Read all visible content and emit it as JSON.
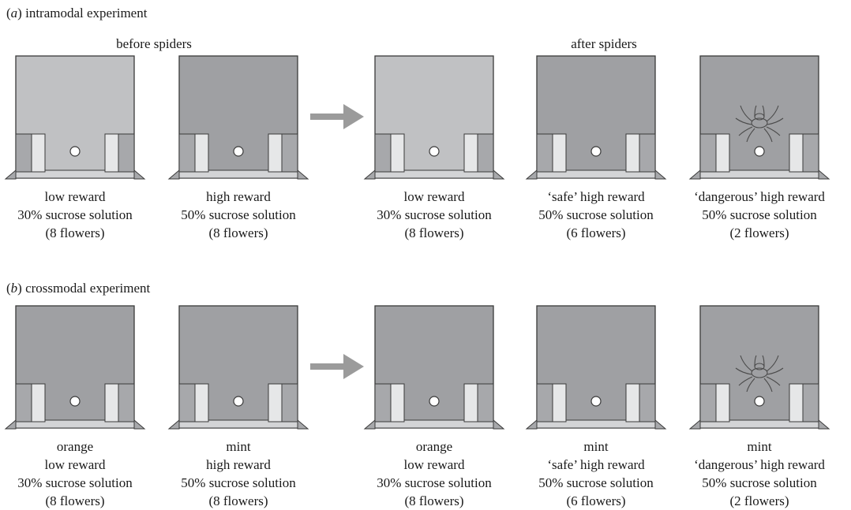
{
  "colors": {
    "light_gray": "#c0c1c3",
    "dark_gray": "#9fa0a3",
    "wall_gray": "#a7a8ab",
    "post_white": "#e6e7e8",
    "floor": "#d3d4d6",
    "outline": "#3a3a3a",
    "arrow": "#9b9b9b"
  },
  "panels": [
    {
      "heading_letter": "a",
      "heading_text": "intramodal experiment",
      "before_label": "before spiders",
      "after_label": "after spiders",
      "flowers": [
        {
          "color": "light",
          "spider": false,
          "scent": "",
          "reward": "low reward",
          "solution": "30% sucrose solution",
          "count": "(8 flowers)"
        },
        {
          "color": "dark",
          "spider": false,
          "scent": "",
          "reward": "high reward",
          "solution": "50% sucrose solution",
          "count": "(8 flowers)"
        },
        {
          "color": "light",
          "spider": false,
          "scent": "",
          "reward": "low reward",
          "solution": "30% sucrose solution",
          "count": "(8 flowers)"
        },
        {
          "color": "dark",
          "spider": false,
          "scent": "",
          "reward": "‘safe’ high reward",
          "solution": "50% sucrose solution",
          "count": "(6 flowers)"
        },
        {
          "color": "dark",
          "spider": true,
          "scent": "",
          "reward": "‘dangerous’ high reward",
          "solution": "50% sucrose solution",
          "count": "(2 flowers)"
        }
      ]
    },
    {
      "heading_letter": "b",
      "heading_text": "crossmodal experiment",
      "before_label": "",
      "after_label": "",
      "flowers": [
        {
          "color": "dark",
          "spider": false,
          "scent": "orange",
          "reward": "low reward",
          "solution": "30% sucrose solution",
          "count": "(8 flowers)"
        },
        {
          "color": "dark",
          "spider": false,
          "scent": "mint",
          "reward": "high reward",
          "solution": "50% sucrose solution",
          "count": "(8 flowers)"
        },
        {
          "color": "dark",
          "spider": false,
          "scent": "orange",
          "reward": "low reward",
          "solution": "30% sucrose solution",
          "count": "(8 flowers)"
        },
        {
          "color": "dark",
          "spider": false,
          "scent": "mint",
          "reward": "‘safe’ high reward",
          "solution": "50% sucrose solution",
          "count": "(6 flowers)"
        },
        {
          "color": "dark",
          "spider": true,
          "scent": "mint",
          "reward": "‘dangerous’ high reward",
          "solution": "50% sucrose solution",
          "count": "(2 flowers)"
        }
      ]
    }
  ]
}
